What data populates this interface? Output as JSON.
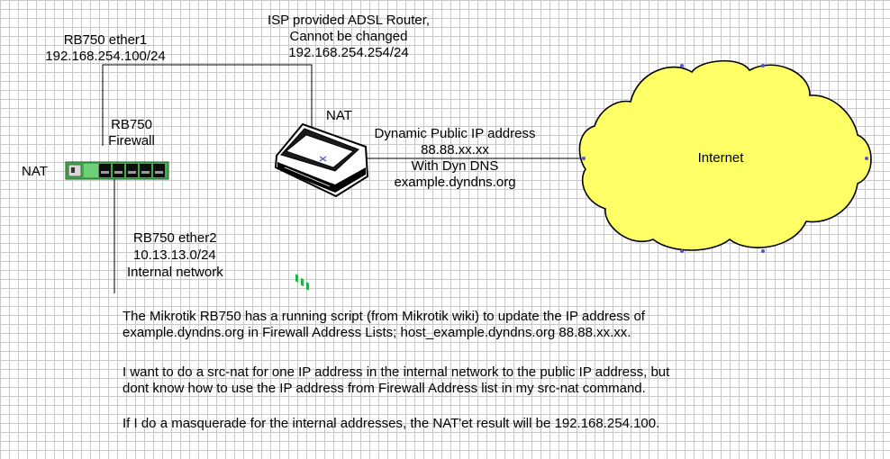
{
  "labels": {
    "isp_router": [
      "ISP provided ADSL Router,",
      "Cannot be changed",
      "192.168.254.254/24"
    ],
    "ether1": [
      "RB750 ether1",
      "192.168.254.100/24"
    ],
    "firewall": [
      "RB750",
      "Firewall"
    ],
    "nat_left": "NAT",
    "nat_router": "NAT",
    "public_ip": [
      "Dynamic Public IP address",
      "88.88.xx.xx",
      "With Dyn DNS",
      "example.dyndns.org"
    ],
    "ether2": [
      "RB750 ether2",
      "10.13.13.0/24",
      "Internal network"
    ],
    "cloud": "Internet"
  },
  "description": [
    [
      "The Mikrotik RB750 has a running script (from Mikrotik wiki) to update the IP address of",
      "example.dyndns.org in Firewall Address Lists; host_example.dyndns.org 88.88.xx.xx."
    ],
    [
      "I want to do a src-nat for one IP address in the internal network to the public IP address, but",
      "dont know how to use the IP address from Firewall Address list in my src-nat command."
    ],
    [
      "If I do a masquerade for the internal addresses, the NAT'et result will be 192.168.254.100."
    ]
  ],
  "colors": {
    "cloud_fill": "#ffff66",
    "line": "#000000",
    "grid": "#c8c8c8",
    "device_green": "#3fae4a"
  },
  "icons": {
    "router": "adsl-router-icon",
    "switch": "rb750-device-icon",
    "cloud": "internet-cloud-icon"
  }
}
